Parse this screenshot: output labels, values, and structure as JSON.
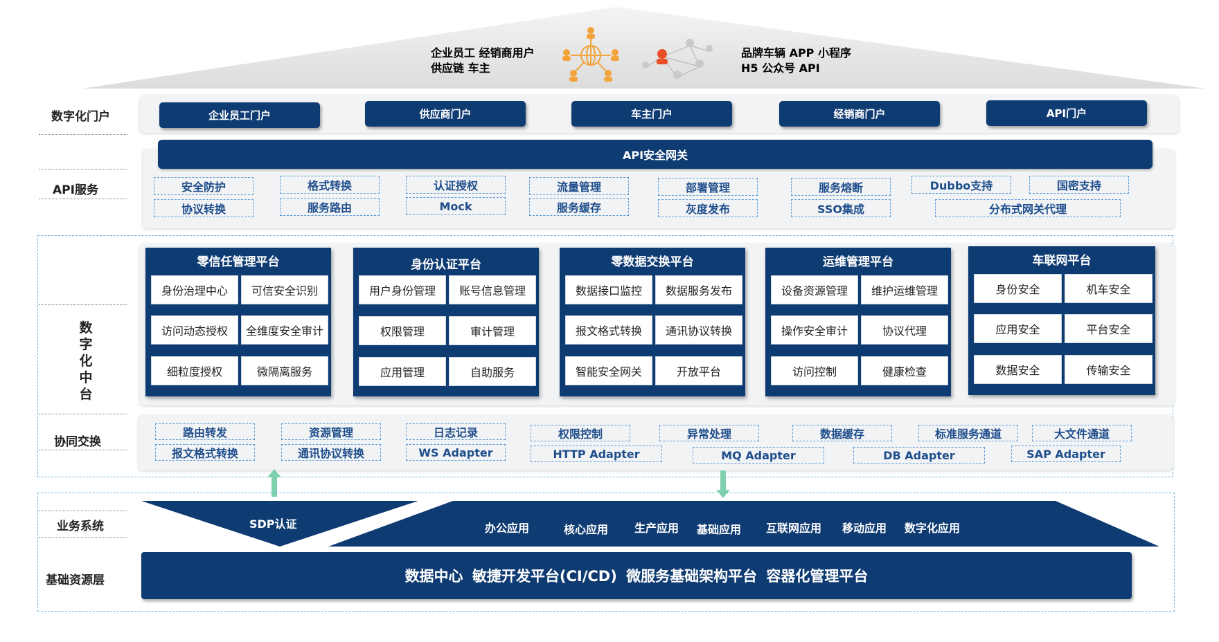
{
  "users": {
    "left_line1": "企业员工 经销商用户",
    "left_line2": "供应链 车主",
    "right_line1": "品牌车辆  APP 小程序",
    "right_line2": "H5 公众号 API",
    "icons": [
      "people-network-icon",
      "user-network-icon"
    ]
  },
  "rows": {
    "portal": "数字化门户",
    "api": "API服务",
    "middle": [
      "数",
      "字",
      "化",
      "中",
      "台"
    ],
    "exchange": "协同交换",
    "business": "业务系统",
    "base": "基础资源层"
  },
  "portals": [
    "企业员工门户",
    "供应商门户",
    "车主门户",
    "经销商门户",
    "API门户"
  ],
  "gateway": "API安全网关",
  "api_chips": [
    [
      "安全防护",
      "协议转换"
    ],
    [
      "格式转换",
      "服务路由"
    ],
    [
      "认证授权",
      "Mock"
    ],
    [
      "流量管理",
      "服务缓存"
    ],
    [
      "部署管理",
      "灰度发布"
    ],
    [
      "服务熔断",
      "SSO集成"
    ]
  ],
  "api_extra": [
    "Dubbo支持",
    "国密支持",
    "分布式网关代理"
  ],
  "platforms": [
    {
      "title": "零信任管理平台",
      "cells": [
        "身份治理中心",
        "可信安全识别",
        "访问动态授权",
        "全维度安全审计",
        "细粒度授权",
        "微隔离服务"
      ]
    },
    {
      "title": "身份认证平台",
      "cells": [
        "用户身份管理",
        "账号信息管理",
        "权限管理",
        "审计管理",
        "应用管理",
        "自助服务"
      ]
    },
    {
      "title": "零数据交换平台",
      "cells": [
        "数据接口监控",
        "数据服务发布",
        "报文格式转换",
        "通讯协议转换",
        "智能安全网关",
        "开放平台"
      ]
    },
    {
      "title": "运维管理平台",
      "cells": [
        "设备资源管理",
        "维护运维管理",
        "操作安全审计",
        "协议代理",
        "访问控制",
        "健康检查"
      ]
    },
    {
      "title": "车联网平台",
      "cells": [
        "身份安全",
        "机车安全",
        "应用安全",
        "平台安全",
        "数据安全",
        "传输安全"
      ]
    }
  ],
  "exchange_chips": [
    "路由转发",
    "报文格式转换",
    "资源管理",
    "通讯协议转换",
    "日志记录",
    "WS  Adapter",
    "权限控制",
    "HTTP  Adapter",
    "异常处理",
    "MQ Adapter",
    "数据缓存",
    "DB Adapter",
    "标准服务通道",
    "SAP Adapter",
    "大文件通道"
  ],
  "sdp": "SDP认证",
  "business_apps": [
    "办公应用",
    "核心应用",
    "生产应用",
    "基础应用",
    "互联网应用",
    "移动应用",
    "数字化应用"
  ],
  "base_bar": "数据中心   敏捷开发平台(CI/CD)   微服务基础架构平台   容器化管理平台",
  "colors": {
    "navy": "#0f3b73",
    "chip_border": "#5b9bd5",
    "chip_text": "#1f4e8c",
    "arrow": "#7fd1ae",
    "frame": "#6fb3e0"
  }
}
